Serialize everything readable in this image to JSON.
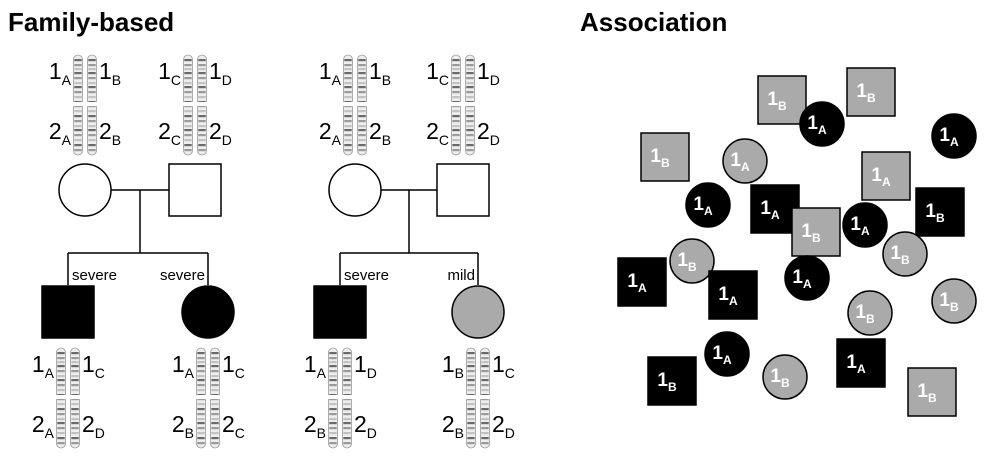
{
  "headings": {
    "family": "Family-based",
    "association": "Association"
  },
  "colors": {
    "affected_severe": "#000000",
    "affected_mild": "#aaaaaa",
    "unaffected": "#ffffff",
    "outline": "#000000"
  },
  "families": [
    {
      "parents": [
        {
          "sex": "female",
          "status": "unaffected",
          "chromosomes": [
            [
              "1",
              "A"
            ],
            [
              "1",
              "B"
            ],
            [
              "2",
              "A"
            ],
            [
              "2",
              "B"
            ]
          ]
        },
        {
          "sex": "male",
          "status": "unaffected",
          "chromosomes": [
            [
              "1",
              "C"
            ],
            [
              "1",
              "D"
            ],
            [
              "2",
              "C"
            ],
            [
              "2",
              "D"
            ]
          ]
        }
      ],
      "children": [
        {
          "sex": "male",
          "status": "severe",
          "label": "severe",
          "chromosomes": [
            [
              "1",
              "A"
            ],
            [
              "1",
              "C"
            ],
            [
              "2",
              "A"
            ],
            [
              "2",
              "D"
            ]
          ]
        },
        {
          "sex": "female",
          "status": "severe",
          "label": "severe",
          "chromosomes": [
            [
              "1",
              "A"
            ],
            [
              "1",
              "C"
            ],
            [
              "2",
              "B"
            ],
            [
              "2",
              "C"
            ]
          ]
        }
      ]
    },
    {
      "parents": [
        {
          "sex": "female",
          "status": "unaffected",
          "chromosomes": [
            [
              "1",
              "A"
            ],
            [
              "1",
              "B"
            ],
            [
              "2",
              "A"
            ],
            [
              "2",
              "B"
            ]
          ]
        },
        {
          "sex": "male",
          "status": "unaffected",
          "chromosomes": [
            [
              "1",
              "C"
            ],
            [
              "1",
              "D"
            ],
            [
              "2",
              "C"
            ],
            [
              "2",
              "D"
            ]
          ]
        }
      ],
      "children": [
        {
          "sex": "male",
          "status": "severe",
          "label": "severe",
          "chromosomes": [
            [
              "1",
              "A"
            ],
            [
              "1",
              "D"
            ],
            [
              "2",
              "B"
            ],
            [
              "2",
              "D"
            ]
          ]
        },
        {
          "sex": "female",
          "status": "mild",
          "label": "mild",
          "chromosomes": [
            [
              "1",
              "B"
            ],
            [
              "1",
              "C"
            ],
            [
              "2",
              "B"
            ],
            [
              "2",
              "D"
            ]
          ]
        }
      ]
    }
  ],
  "association_tokens": [
    {
      "shape": "square",
      "status": "mild",
      "chrom": "1",
      "allele": "B"
    },
    {
      "shape": "square",
      "status": "mild",
      "chrom": "1",
      "allele": "B"
    },
    {
      "shape": "circle",
      "status": "severe",
      "chrom": "1",
      "allele": "A"
    },
    {
      "shape": "circle",
      "status": "severe",
      "chrom": "1",
      "allele": "A"
    },
    {
      "shape": "square",
      "status": "mild",
      "chrom": "1",
      "allele": "B"
    },
    {
      "shape": "circle",
      "status": "mild",
      "chrom": "1",
      "allele": "A"
    },
    {
      "shape": "square",
      "status": "mild",
      "chrom": "1",
      "allele": "A"
    },
    {
      "shape": "circle",
      "status": "severe",
      "chrom": "1",
      "allele": "A"
    },
    {
      "shape": "square",
      "status": "severe",
      "chrom": "1",
      "allele": "A"
    },
    {
      "shape": "square",
      "status": "mild",
      "chrom": "1",
      "allele": "B"
    },
    {
      "shape": "circle",
      "status": "severe",
      "chrom": "1",
      "allele": "A"
    },
    {
      "shape": "square",
      "status": "severe",
      "chrom": "1",
      "allele": "B"
    },
    {
      "shape": "circle",
      "status": "mild",
      "chrom": "1",
      "allele": "B"
    },
    {
      "shape": "circle",
      "status": "mild",
      "chrom": "1",
      "allele": "B"
    },
    {
      "shape": "square",
      "status": "severe",
      "chrom": "1",
      "allele": "A"
    },
    {
      "shape": "square",
      "status": "severe",
      "chrom": "1",
      "allele": "A"
    },
    {
      "shape": "circle",
      "status": "severe",
      "chrom": "1",
      "allele": "A"
    },
    {
      "shape": "circle",
      "status": "mild",
      "chrom": "1",
      "allele": "B"
    },
    {
      "shape": "circle",
      "status": "mild",
      "chrom": "1",
      "allele": "B"
    },
    {
      "shape": "circle",
      "status": "severe",
      "chrom": "1",
      "allele": "A"
    },
    {
      "shape": "square",
      "status": "severe",
      "chrom": "1",
      "allele": "A"
    },
    {
      "shape": "square",
      "status": "severe",
      "chrom": "1",
      "allele": "B"
    },
    {
      "shape": "circle",
      "status": "mild",
      "chrom": "1",
      "allele": "B"
    },
    {
      "shape": "square",
      "status": "mild",
      "chrom": "1",
      "allele": "B"
    }
  ]
}
